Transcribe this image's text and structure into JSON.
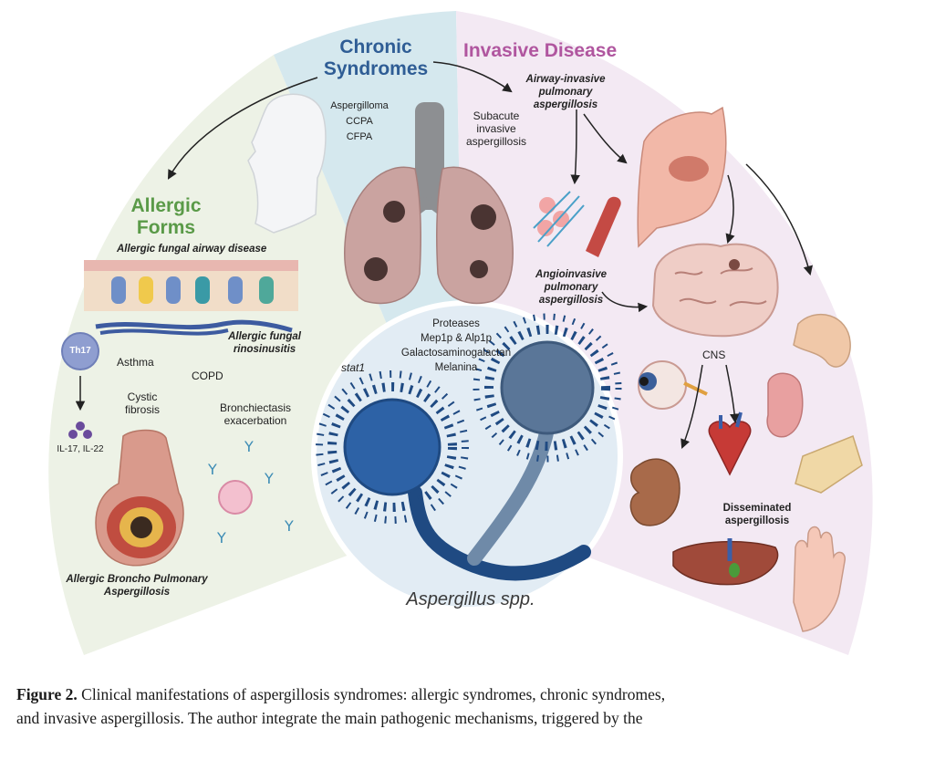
{
  "sections": {
    "chronic": {
      "title_line1": "Chronic",
      "title_line2": "Syndromes",
      "items": [
        "Aspergilloma",
        "CCPA",
        "CFPA"
      ],
      "subacute": [
        "Subacute",
        "invasive",
        "aspergillosis"
      ]
    },
    "invasive": {
      "title": "Invasive Disease",
      "airway": [
        "Airway-invasive",
        "pulmonary",
        "aspergillosis"
      ],
      "angio": [
        "Angioinvasive",
        "pulmonary",
        "aspergillosis"
      ],
      "cns": "CNS",
      "disseminated": [
        "Disseminated",
        "aspergillosis"
      ]
    },
    "allergic": {
      "title_line1": "Allergic",
      "title_line2": "Forms",
      "afad": "Allergic fungal airway disease",
      "afrs": [
        "Allergic fungal",
        "rinosinusitis"
      ],
      "th17": "Th17",
      "asthma": "Asthma",
      "copd": "COPD",
      "cf": [
        "Cystic",
        "fibrosis"
      ],
      "bronchiectasis": [
        "Bronchiectasis",
        "exacerbation"
      ],
      "il": "IL-17, IL-22",
      "abpa": [
        "Allergic Broncho Pulmonary",
        "Aspergillosis"
      ]
    },
    "center": {
      "factors": [
        "Proteases",
        "Mep1p & Alp1p",
        "Galactosaminogalactan",
        "Melanina"
      ],
      "stat1": "stat1",
      "organism": "Aspergillus spp."
    }
  },
  "colors": {
    "chronic_title": "#2f5d95",
    "invasive_title": "#b0569f",
    "allergic_title": "#5a9a48",
    "chronic_bg": "#d5e8ee",
    "invasive_bg": "#f3e9f3",
    "allergic_bg": "#edf2e6",
    "fungus_dark": "#1f4a82",
    "fungus_light": "#6f8aa8"
  },
  "caption": {
    "label": "Figure 2.",
    "line1": " Clinical manifestations of aspergillosis syndromes: allergic syndromes, chronic syndromes,",
    "line2": "and invasive aspergillosis. The author integrate the main pathogenic mechanisms, triggered by the"
  }
}
